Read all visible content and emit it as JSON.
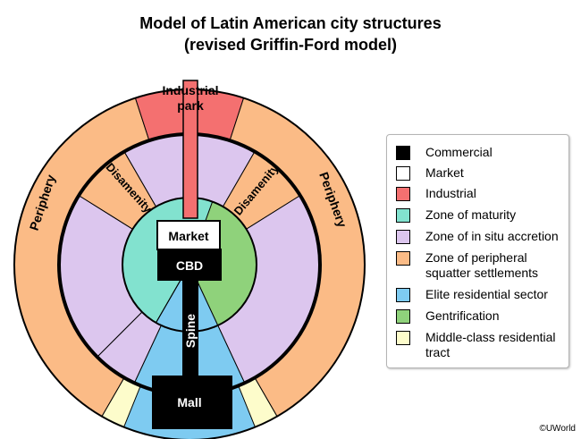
{
  "title": {
    "line1": "Model of Latin American city structures",
    "line2": "(revised Griffin-Ford model)"
  },
  "colors": {
    "commercial": "#000000",
    "market": "#ffffff",
    "industrial": "#f47070",
    "maturity": "#82e2cf",
    "in_situ": "#dcc6ee",
    "peripheral": "#fbbb86",
    "elite": "#7ecbf1",
    "gentrification": "#8fd27b",
    "middle_class": "#fdfccb"
  },
  "diagram": {
    "industrial_park_line1": "Industrial",
    "industrial_park_line2": "park",
    "periphery_left": "Periphery",
    "periphery_right": "Periphery",
    "disamenity_left": "Disamenity",
    "disamenity_right": "Disamenity",
    "market": "Market",
    "cbd": "CBD",
    "spine": "Spine",
    "mall": "Mall"
  },
  "legend": [
    {
      "label": "Commercial",
      "color": "#000000"
    },
    {
      "label": "Market",
      "color": "#ffffff"
    },
    {
      "label": "Industrial",
      "color": "#f47070"
    },
    {
      "label": "Zone of maturity",
      "color": "#82e2cf"
    },
    {
      "label": "Zone of in situ accretion",
      "color": "#dcc6ee"
    },
    {
      "label": "Zone of peripheral squatter settlements",
      "color": "#fbbb86"
    },
    {
      "label": "Elite residential sector",
      "color": "#7ecbf1"
    },
    {
      "label": "Gentrification",
      "color": "#8fd27b"
    },
    {
      "label": "Middle-class residential tract",
      "color": "#fdfccb"
    }
  ],
  "credit": "©UWorld"
}
